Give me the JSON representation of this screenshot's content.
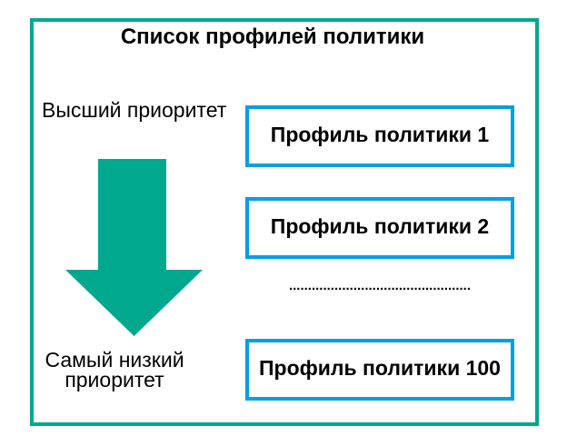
{
  "diagram": {
    "title": "Список профилей политики",
    "highest_priority_label": "Высший приоритет",
    "lowest_priority_label": "Самый низкий приоритет",
    "profiles": [
      {
        "label": "Профиль политики 1"
      },
      {
        "label": "Профиль политики 2"
      },
      {
        "label": "Профиль политики 100"
      }
    ],
    "ellipsis_dots": "................................................",
    "colors": {
      "frame": "#00A88E",
      "arrow": "#00A88E",
      "box_border": "#00A0E3",
      "text": "#000000"
    }
  }
}
